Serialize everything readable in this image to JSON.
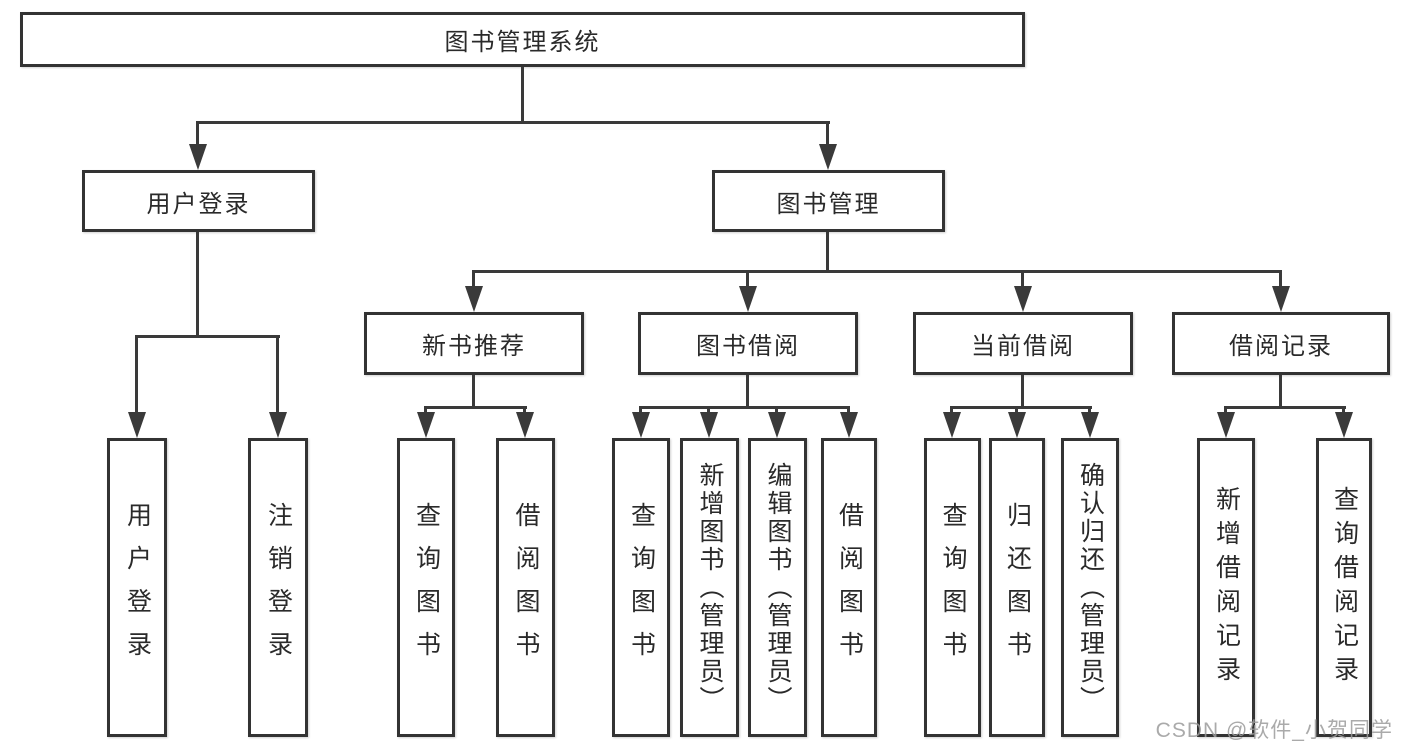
{
  "diagram_type": "functional-hierarchy",
  "tree": {
    "label": "图书管理系统",
    "children": [
      {
        "label": "用户登录",
        "children": [
          {
            "label": "用户登录"
          },
          {
            "label": "注销登录"
          }
        ]
      },
      {
        "label": "图书管理",
        "children": [
          {
            "label": "新书推荐",
            "children": [
              {
                "label": "查询图书"
              },
              {
                "label": "借阅图书"
              }
            ]
          },
          {
            "label": "图书借阅",
            "children": [
              {
                "label": "查询图书"
              },
              {
                "label": "新增图书（管理员）"
              },
              {
                "label": "编辑图书（管理员）"
              },
              {
                "label": "借阅图书"
              }
            ]
          },
          {
            "label": "当前借阅",
            "children": [
              {
                "label": "查询图书"
              },
              {
                "label": "归还图书"
              },
              {
                "label": "确认归还（管理员）"
              }
            ]
          },
          {
            "label": "借阅记录",
            "children": [
              {
                "label": "新增借阅记录"
              },
              {
                "label": "查询借阅记录"
              }
            ]
          }
        ]
      }
    ]
  },
  "watermark": {
    "text": "CSDN @软件_小贺同学",
    "color": "#9b9b9b"
  },
  "colors": {
    "background": "#ffffff",
    "box_border": "#333333",
    "connector_line": "#3a3a3a",
    "text": "#2a2a2a"
  }
}
